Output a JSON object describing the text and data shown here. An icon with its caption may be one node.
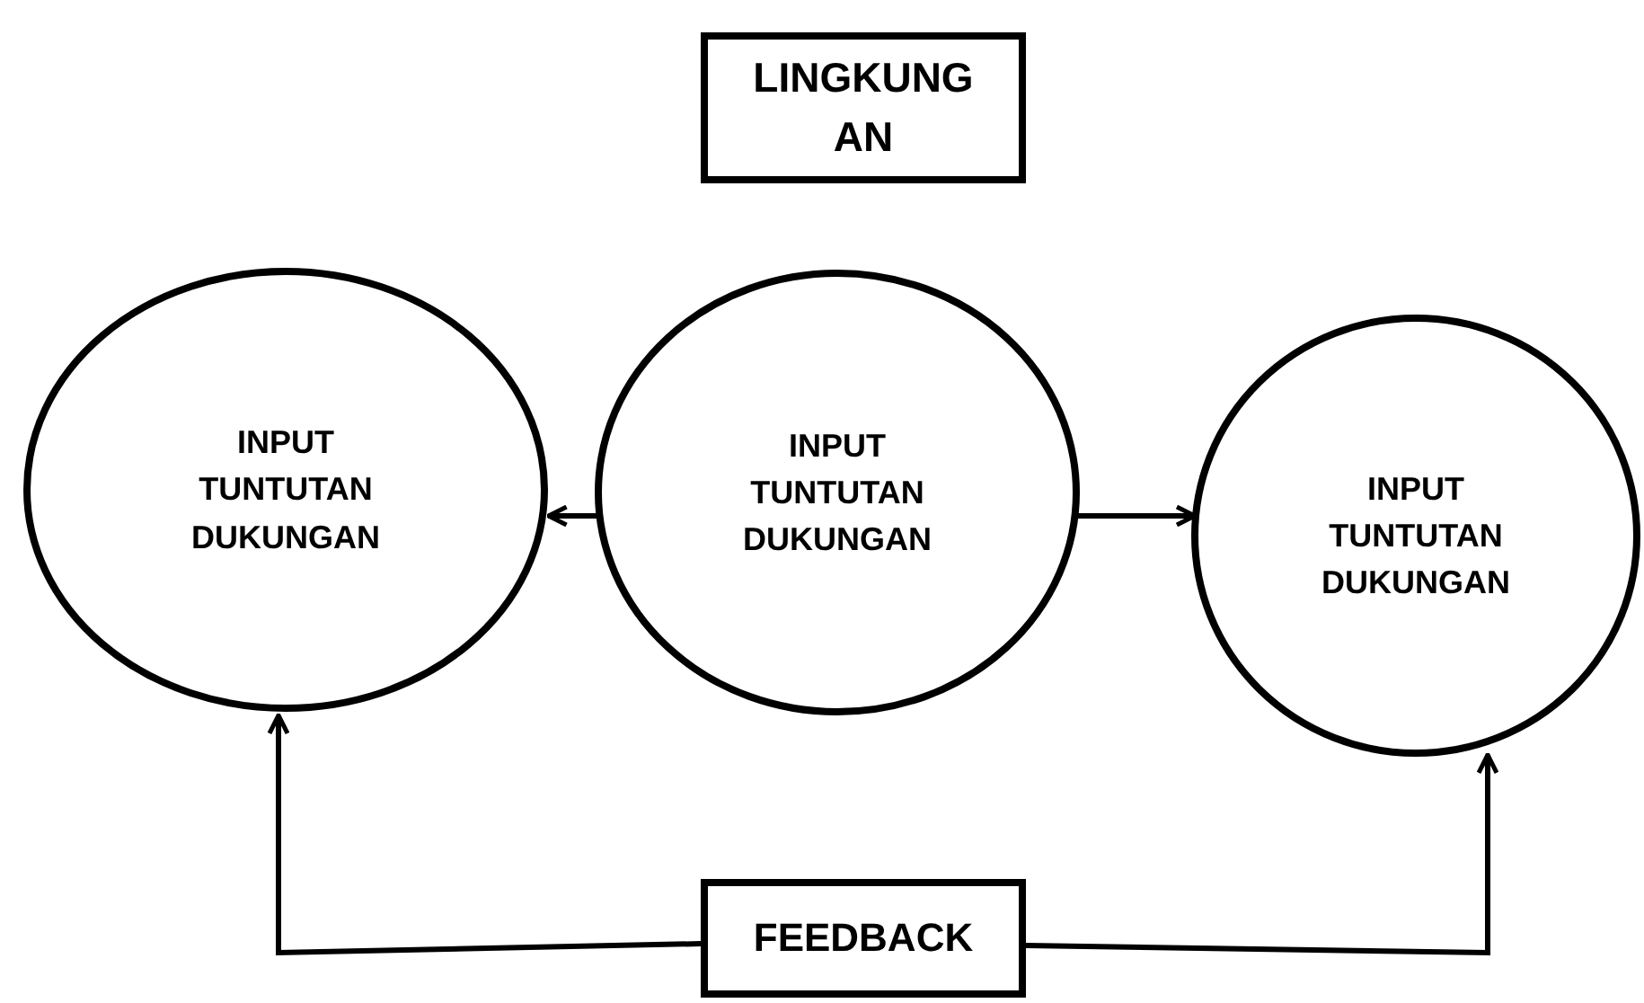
{
  "diagram": {
    "nodes": [
      {
        "text": [
          "LINGKUNG AN"
        ]
      },
      {
        "text": [
          "INPUT TUNTUTAN DUKUNGAN"
        ]
      },
      {
        "text": [
          "INPUT TUNTUTAN DUKUNGAN"
        ]
      },
      {
        "text": [
          "INPUT TUNTUTAN DUKUNGAN"
        ]
      },
      {
        "text": [
          "FEEDBACK"
        ]
      }
    ],
    "edges": [
      {
        "from": 2,
        "to": 1,
        "arrow": "to"
      },
      {
        "from": 2,
        "to": 3,
        "arrow": "to"
      },
      {
        "from": 4,
        "to": 1,
        "arrow": "to"
      },
      {
        "from": 4,
        "to": 3,
        "arrow": "to"
      }
    ]
  }
}
